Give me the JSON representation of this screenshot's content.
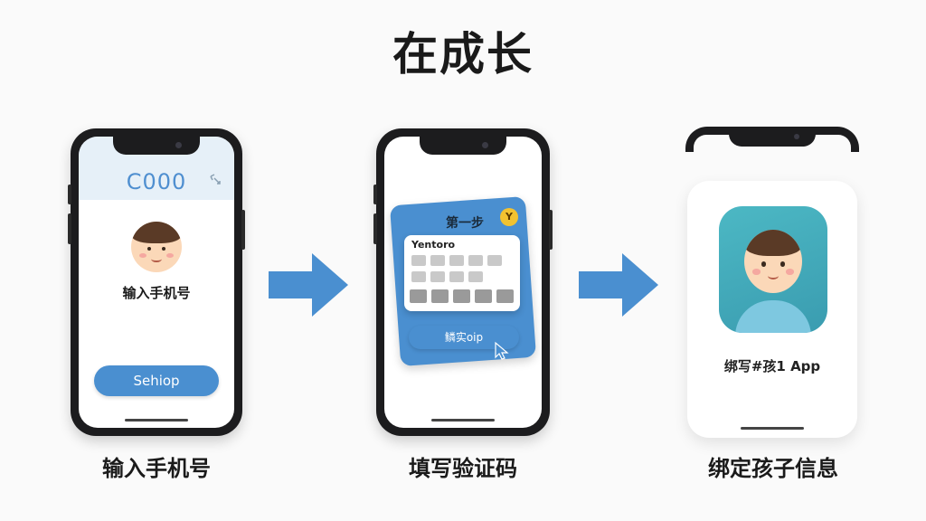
{
  "title": "在成长",
  "steps": [
    {
      "caption": "输入手机号",
      "screen": {
        "logo": "C000",
        "corner_icon": "tap-icon",
        "prompt": "输入手机号",
        "button": "Sehiop"
      }
    },
    {
      "caption": "填写验证码",
      "screen": {
        "step_label": "第一步",
        "badge": "Y",
        "panel_label": "Yentoro",
        "button": "鳞实oip"
      }
    },
    {
      "caption": "绑定孩子信息",
      "screen": {
        "label": "绑写#孩1 App"
      }
    }
  ],
  "colors": {
    "accent": "#4a8fd0",
    "avatar_tile": "#4cb8c4",
    "phone_body": "#1c1c1e"
  }
}
